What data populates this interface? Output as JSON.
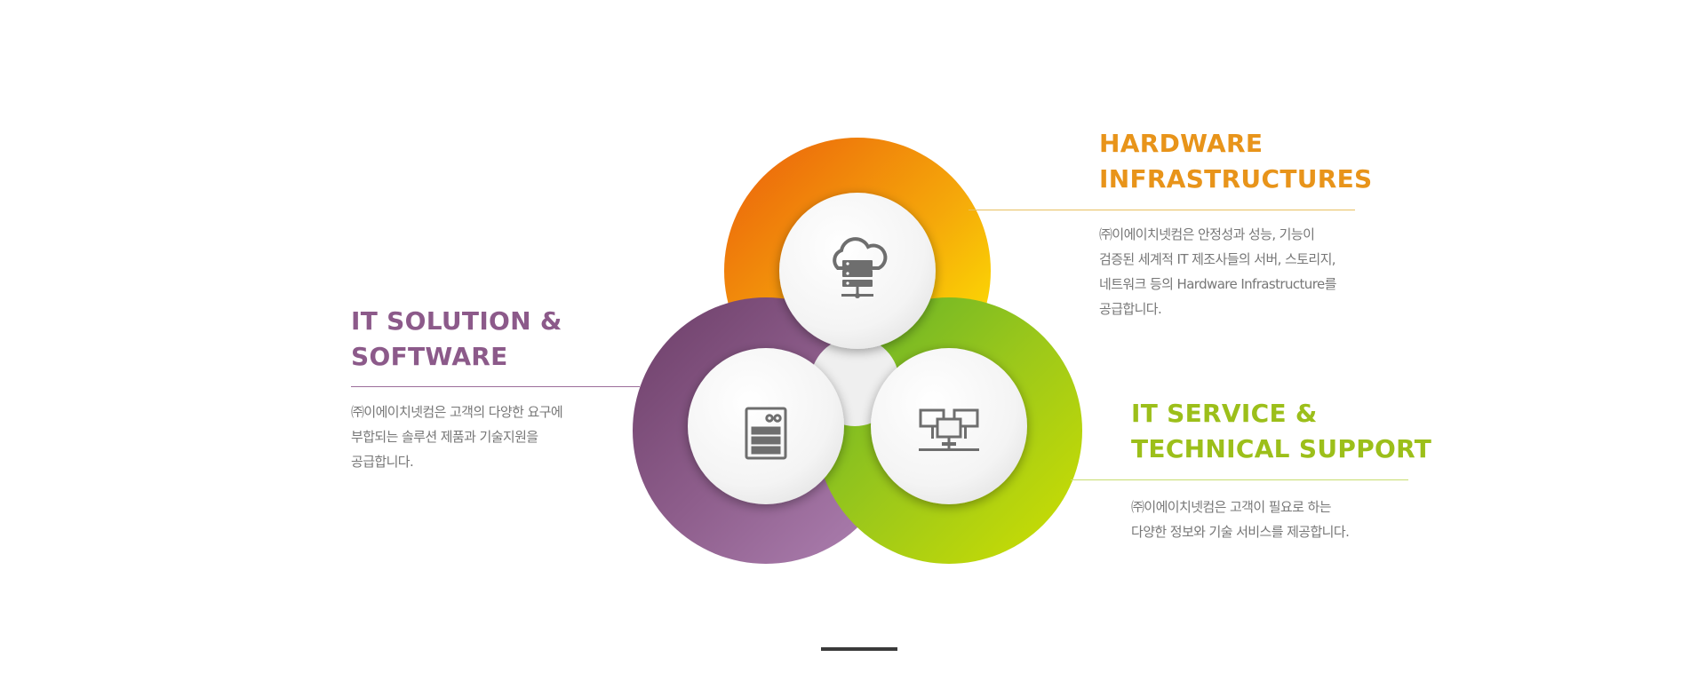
{
  "segments": [
    {
      "id": "hardware",
      "heading": [
        "HARDWARE",
        "INFRASTRUCTURES"
      ],
      "description": [
        "㈜이에이치넷컴은 안정성과 성능, 기능이",
        "검증된 세계적 IT 제조사들의 서버, 스토리지,",
        "네트워크 등의 Hardware Infrastructure를",
        "공급합니다."
      ],
      "color": "#E8941A",
      "gradient": [
        "#EB5E0C",
        "#F5A80A",
        "#FFF200"
      ],
      "icon": "cloud-server-icon"
    },
    {
      "id": "software",
      "heading": [
        "IT SOLUTION &",
        "SOFTWARE"
      ],
      "description": [
        "㈜이에이치넷컴은 고객의 다양한 요구에",
        "부합되는 솔루션 제품과 기술지원을",
        "공급합니다."
      ],
      "color": "#8C5A8A",
      "gradient": [
        "#6C3E68",
        "#8E5E8C",
        "#A97FAE"
      ],
      "icon": "server-rack-icon"
    },
    {
      "id": "service",
      "heading": [
        "IT SERVICE &",
        "TECHNICAL SUPPORT"
      ],
      "description": [
        "㈜이에이치넷컴은 고객이 필요로 하는",
        "다양한 정보와 기술 서비스를 제공합니다."
      ],
      "color": "#9CBF1A",
      "gradient": [
        "#6FB52C",
        "#9CC81A",
        "#C6DC00"
      ],
      "icon": "network-icon"
    }
  ],
  "rule_color": "#E8C060",
  "icon_color": "#6E6E6E"
}
